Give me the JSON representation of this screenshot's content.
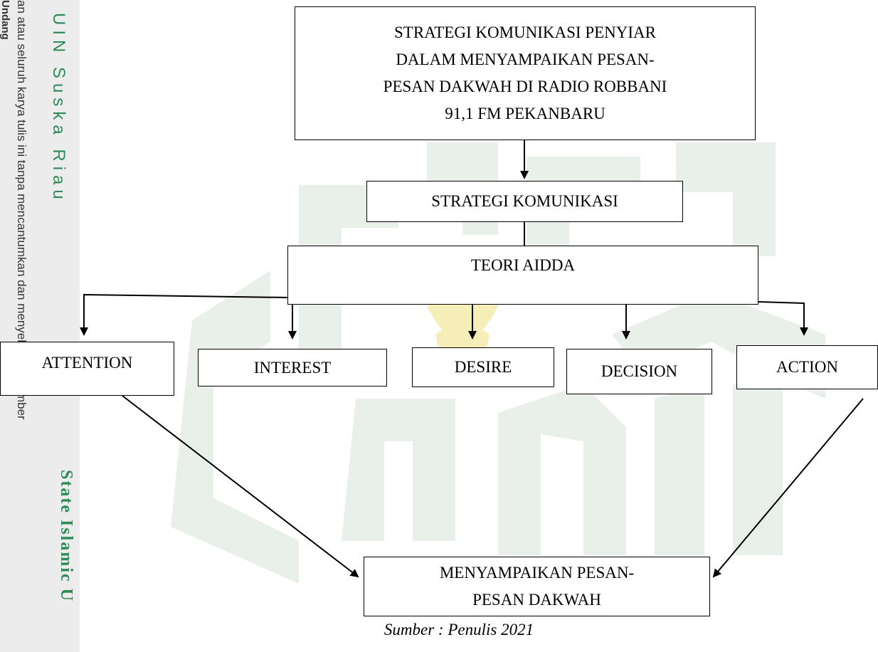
{
  "sidebar": {
    "undang": "Undang",
    "copyright_line": "an atau seluruh karya tulis ini tanpa mencantumkan dan menyebutkan sumber",
    "uin": "UIN Suska Riau",
    "state": "State Islamic U"
  },
  "diagram": {
    "top": "STRATEGI KOMUNIKASI PENYIAR DALAM MENYAMPAIKAN PESAN-PESAN DAKWAH DI RADIO ROBBANI 91,1 FM PEKANBARU",
    "top_lines": [
      "STRATEGI KOMUNIKASI PENYIAR",
      "DALAM MENYAMPAIKAN PESAN-",
      "PESAN DAKWAH DI RADIO ROBBANI",
      "91,1 FM PEKANBARU"
    ],
    "strategy": "STRATEGI KOMUNIKASI",
    "theory": "TEORI AIDDA",
    "stages": [
      "ATTENTION",
      "INTEREST",
      "DESIRE",
      "DECISION",
      "ACTION"
    ],
    "result_lines": [
      "MENYAMPAIKAN PESAN-",
      "PESAN DAKWAH"
    ]
  },
  "caption": "Sumber : Penulis 2021",
  "colors": {
    "watermark": "#e8f0ea",
    "logo_accent": "#f5ecb0",
    "brand_green": "#2e8b57"
  }
}
